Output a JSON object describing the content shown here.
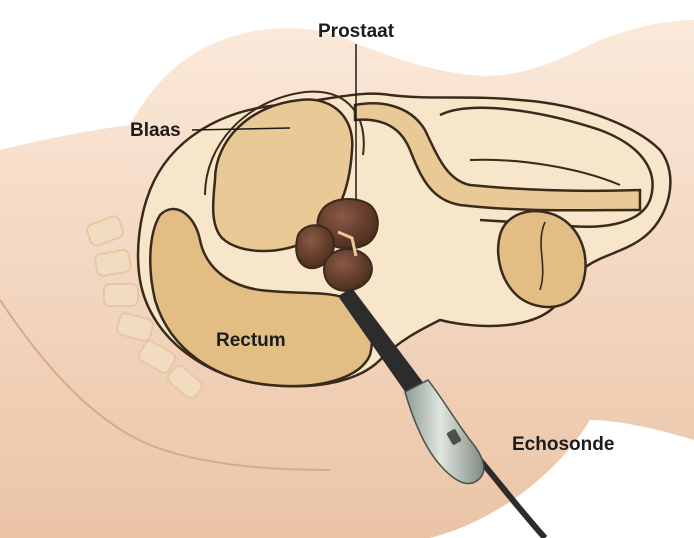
{
  "labels": {
    "prostate": "Prostaat",
    "bladder": "Blaas",
    "rectum": "Rectum",
    "probe": "Echosonde"
  },
  "colors": {
    "background": "#ffffff",
    "skin": "#f4d9c2",
    "skin_shadow": "#e8bfa0",
    "tissue": "#f7e6c9",
    "organ": "#e9c995",
    "organ_dark": "#d9b077",
    "outline": "#3a2a1c",
    "prostate": "#5b3526",
    "probe_body": "#b8c2ba",
    "probe_dark": "#2c2c2c",
    "text": "#1c1c1c"
  }
}
